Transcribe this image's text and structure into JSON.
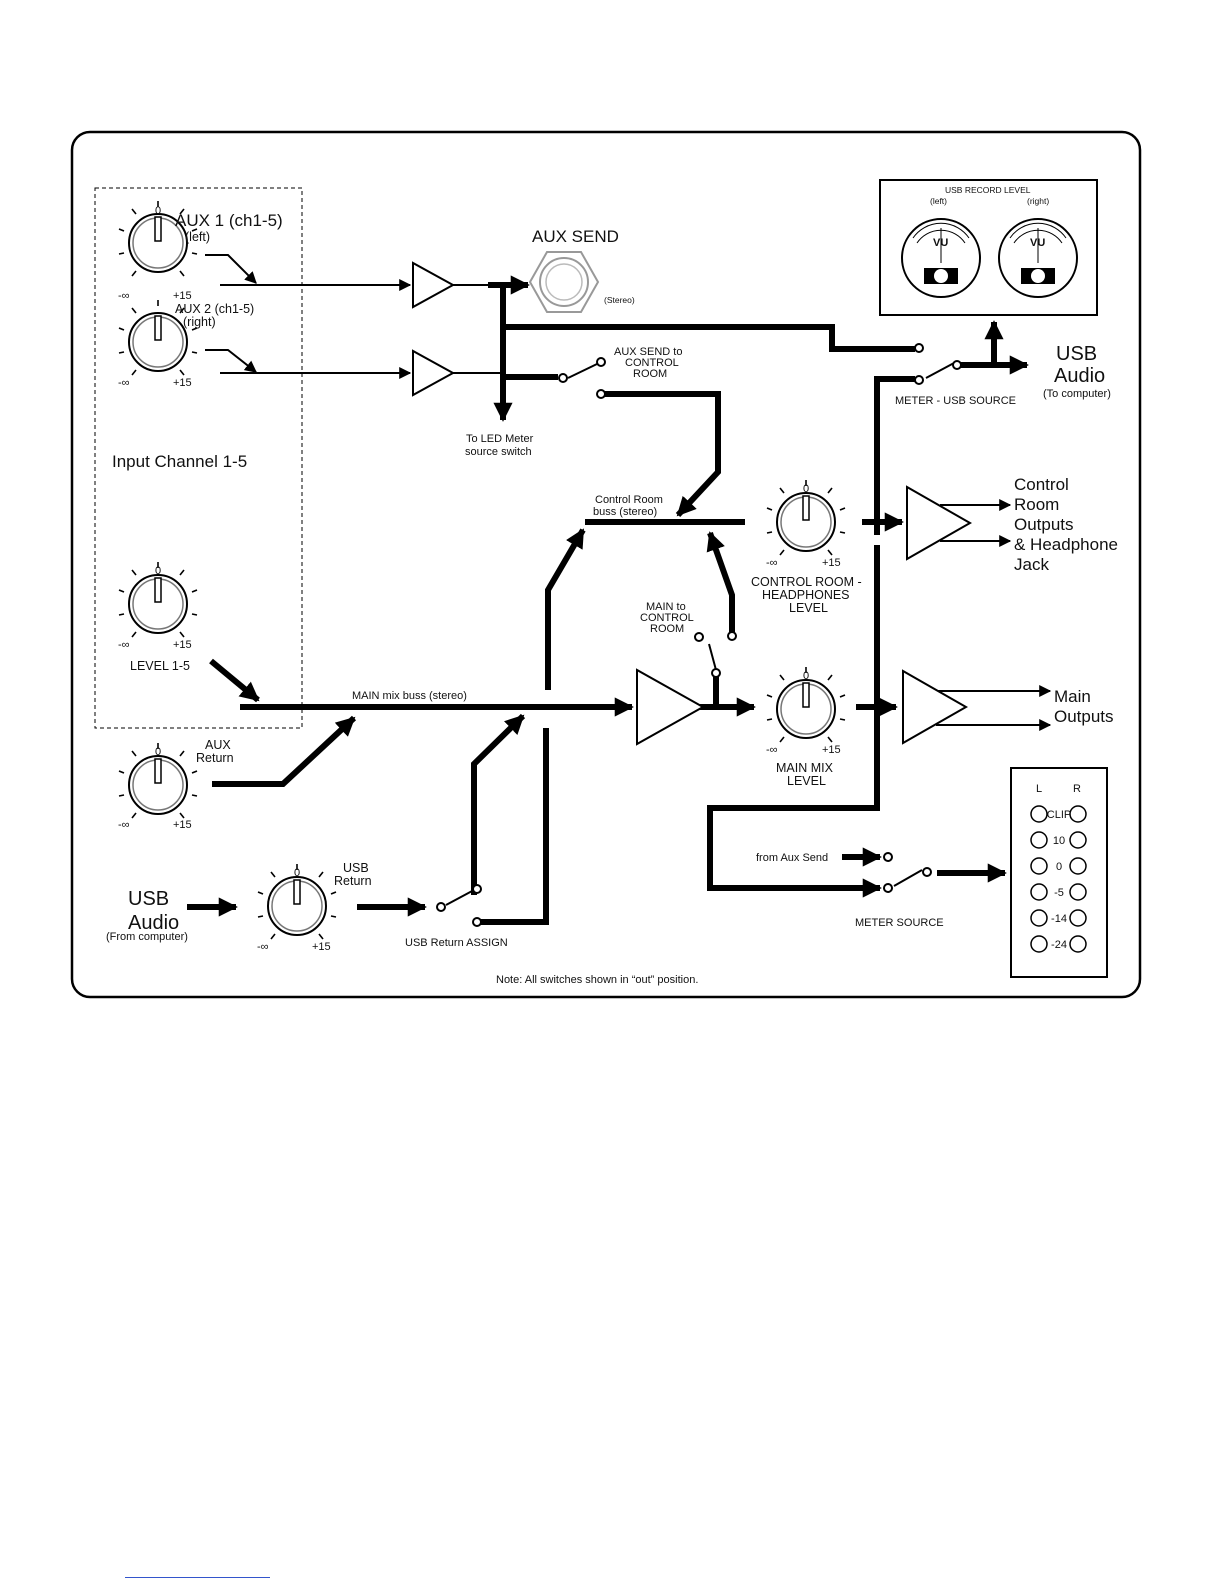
{
  "labels": {
    "aux1": [
      "AUX 1 (ch1-5)",
      "(left)"
    ],
    "aux2": [
      "AUX 2 (ch1-5)",
      "(right)"
    ],
    "aux_send": "AUX SEND",
    "stereo": "(Stereo)",
    "to_led": [
      "To LED Meter",
      "source switch"
    ],
    "input_channel": "Input  Channel 1-5",
    "level15": "LEVEL 1-5",
    "aux_send_to_cr": [
      "AUX SEND to",
      "CONTROL",
      "ROOM"
    ],
    "cr_buss": [
      "Control Room",
      "buss (stereo)"
    ],
    "cr_level": [
      "CONTROL ROOM -",
      "HEADPHONES",
      "LEVEL"
    ],
    "main_to_cr": [
      "MAIN to",
      "CONTROL",
      "ROOM"
    ],
    "main_buss": "MAIN mix buss (stereo)",
    "main_mix_level": [
      "MAIN MIX",
      "LEVEL"
    ],
    "aux_return": [
      "AUX",
      "Return"
    ],
    "usb_in": [
      "USB",
      "Audio"
    ],
    "usb_in_sub": "(From computer)",
    "usb_return": [
      "USB",
      "Return"
    ],
    "usb_return_assign": "USB Return ASSIGN",
    "note": "Note: All switches shown in “out” position.",
    "usb_record_level": "USB RECORD LEVEL",
    "vu_left": "(left)",
    "vu_right": "(right)",
    "vu": "VU",
    "usb_out": [
      "USB",
      "Audio"
    ],
    "usb_out_sub": "(To computer)",
    "meter_usb_source": "METER - USB SOURCE",
    "cr_outputs": [
      "Control",
      "Room",
      "Outputs",
      "& Headphone",
      "Jack"
    ],
    "main_outputs": [
      "Main",
      "Outputs"
    ],
    "from_aux_send": "from Aux Send",
    "meter_source": "METER SOURCE",
    "led_L": "L",
    "led_R": "R",
    "led_rows": [
      "CLIP",
      "10",
      "0",
      "-5",
      "-14",
      "-24"
    ],
    "knob_zero": "0",
    "knob_plus": "+15",
    "knob_minus": "-∞"
  }
}
